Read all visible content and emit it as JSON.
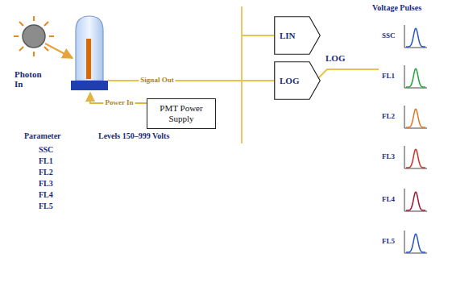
{
  "diagram": {
    "nodes": [
      {
        "text": [
          "PMT Power Supply"
        ]
      },
      {
        "text": [
          "LIN"
        ]
      },
      {
        "text": [
          "LOG"
        ]
      }
    ],
    "labels": [
      "Photon In",
      "Signal Out",
      "Power In",
      "LOG",
      "Parameter",
      "SSC",
      "FL1",
      "FL2",
      "FL3",
      "FL4",
      "FL5",
      "Levels 150–999 Volts",
      "Voltage Pulses",
      "SSC",
      "FL1",
      "FL2",
      "FL3",
      "FL4",
      "FL5"
    ]
  }
}
